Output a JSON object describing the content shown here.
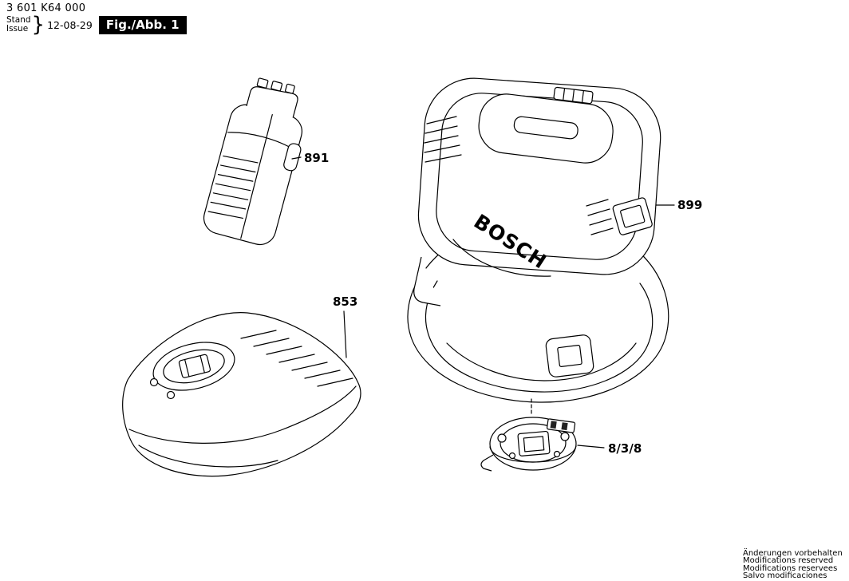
{
  "header": {
    "part_number": "3 601 K64 000",
    "stand_label": "Stand",
    "issue_label": "Issue",
    "brace": "}",
    "date": "12-08-29",
    "fig_label": "Fig./Abb. 1"
  },
  "diagram": {
    "brand": "BOSCH",
    "parts": {
      "battery": "891",
      "charger": "853",
      "laser": "899",
      "target": "8/3/8"
    }
  },
  "footer": {
    "lines": [
      "Änderungen vorbehalten",
      "Modifications reserved",
      "Modifications reservees",
      "Salvo modificaciones"
    ]
  }
}
